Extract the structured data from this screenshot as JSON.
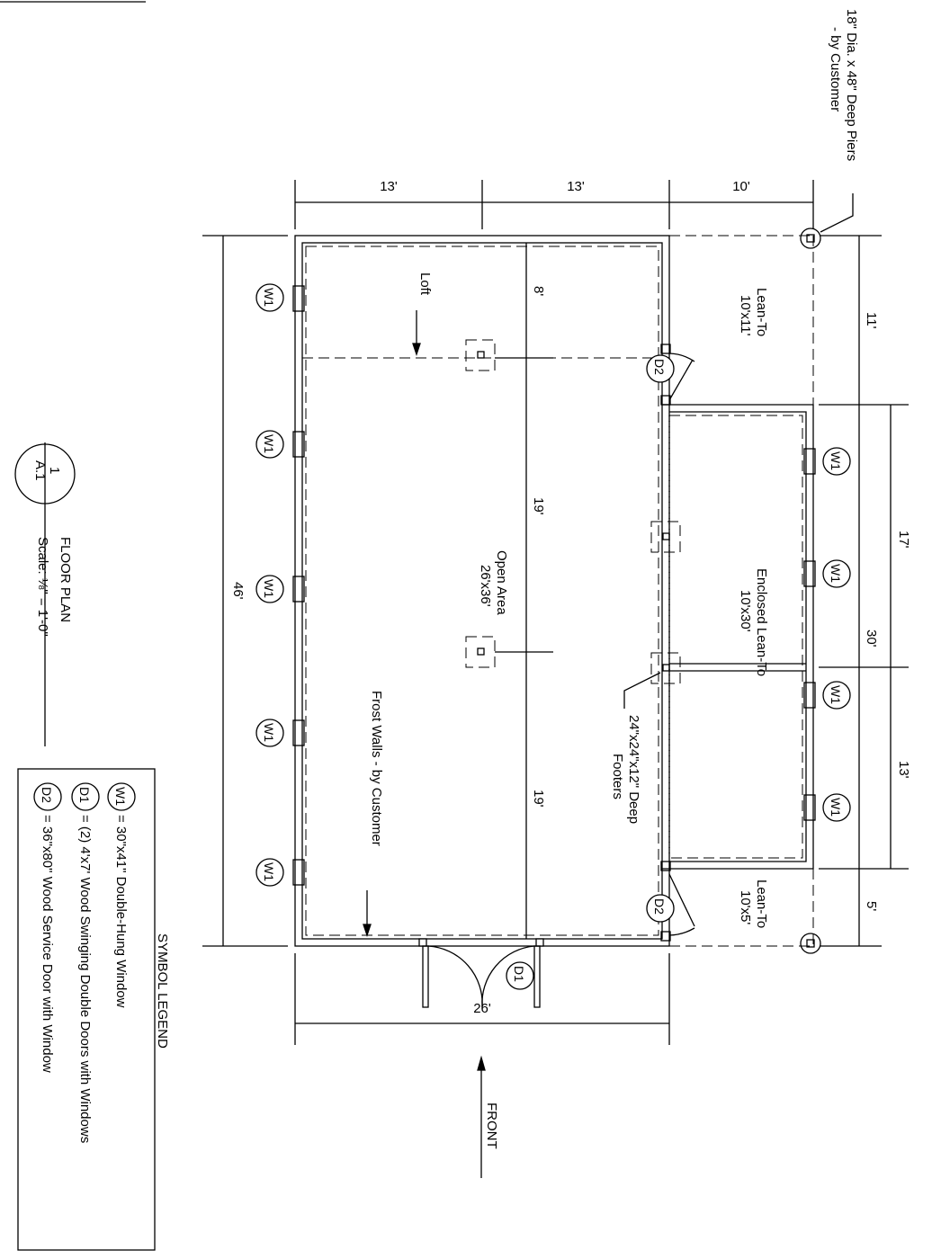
{
  "pier_note": [
    "18\" Dia. x 48\" Deep Piers",
    "- by Customer"
  ],
  "dimensions": {
    "top": [
      "13'",
      "13'",
      "10'"
    ],
    "left": "46'",
    "right_outer": [
      "11'",
      "30'",
      "5'"
    ],
    "right_inner": [
      "17'",
      "13'"
    ],
    "inner": [
      "8'",
      "19'",
      "19'"
    ],
    "bottom": "26'"
  },
  "areas": {
    "loft": "Loft",
    "open_area": [
      "Open Area",
      "26'x36'"
    ],
    "lean_to_top": [
      "Lean-To",
      "10'x11'"
    ],
    "enclosed": [
      "Enclosed Lean-To",
      "10'x30'"
    ],
    "lean_to_bottom": [
      "Lean-To",
      "10'x5'"
    ],
    "frost_walls": "Frost Walls - by Customer",
    "footers": [
      "24\"x24\"x12\" Deep",
      "Footers"
    ]
  },
  "tags": {
    "w1": "W1",
    "d1": "D1",
    "d2": "D2"
  },
  "front": "FRONT",
  "title_block": {
    "number": "1",
    "sheet": "A.1",
    "title": "FLOOR PLAN",
    "scale": "Scale: ⅛\" = 1'-0\""
  },
  "legend": {
    "title": "SYMBOL LEGEND",
    "items": [
      {
        "tag": "W1",
        "text": "= 30\"x41\" Double-Hung Window"
      },
      {
        "tag": "D1",
        "text": "= (2) 4'x7' Wood Swinging Double Doors with Windows"
      },
      {
        "tag": "D2",
        "text": "= 36\"x80\" Wood Service Door with Window"
      }
    ]
  }
}
